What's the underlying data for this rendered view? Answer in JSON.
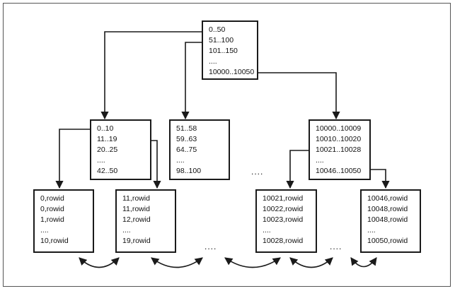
{
  "root": [
    "0..50",
    "51..100",
    "101..150",
    "....",
    "10000..10050"
  ],
  "branches": [
    [
      "0..10",
      "11..19",
      "20..25",
      "....",
      "42..50"
    ],
    [
      "51..58",
      "59..63",
      "64..75",
      "....",
      "98..100"
    ],
    [
      "10000..10009",
      "10010..10020",
      "10021..10028",
      "....",
      "10046..10050"
    ]
  ],
  "leaves": [
    [
      "0,rowid",
      "0,rowid",
      "1,rowid",
      "....",
      "10,rowid"
    ],
    [
      "11,rowid",
      "11,rowid",
      "12,rowid",
      "....",
      "19,rowid"
    ],
    [
      "10021,rowid",
      "10022,rowid",
      "10023,rowid",
      "....",
      "10028,rowid"
    ],
    [
      "10046,rowid",
      "10048,rowid",
      "10048,rowid",
      "....",
      "10050,rowid"
    ]
  ],
  "ellipsis": "...."
}
